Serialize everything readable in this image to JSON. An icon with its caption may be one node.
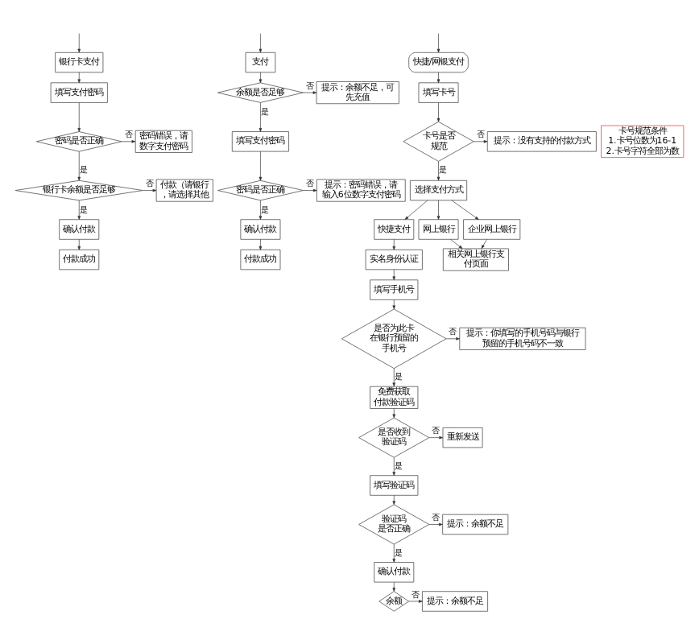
{
  "diagram": {
    "nodes": [
      {
        "text": [
          "银行卡支付"
        ]
      },
      {
        "text": [
          "填写支付密码"
        ]
      },
      {
        "text": [
          "密码是否正确"
        ]
      },
      {
        "text": [
          "密码错误，请数字支付密码"
        ]
      },
      {
        "text": [
          "银行卡余额是否足够"
        ]
      },
      {
        "text": [
          "付款（请银行，请选择其他"
        ]
      },
      {
        "text": [
          "确认付款"
        ]
      },
      {
        "text": [
          "付款成功"
        ]
      },
      {
        "text": [
          "支付"
        ]
      },
      {
        "text": [
          "余额是否足够"
        ]
      },
      {
        "text": [
          "提示：余额不足，可先充值"
        ]
      },
      {
        "text": [
          "填写支付密码"
        ]
      },
      {
        "text": [
          "密码是否正确"
        ]
      },
      {
        "text": [
          "提示：密码错误，请输入6位数字支付密码"
        ]
      },
      {
        "text": [
          "确认付款"
        ]
      },
      {
        "text": [
          "付款成功"
        ]
      },
      {
        "text": [
          "快捷/网银支付"
        ]
      },
      {
        "text": [
          "填写卡号"
        ]
      },
      {
        "text": [
          "卡号是否规范"
        ]
      },
      {
        "text": [
          "提示：没有支持的付款方式"
        ]
      },
      {
        "text": [
          "选择支付方式"
        ]
      },
      {
        "text": [
          "快捷支付"
        ]
      },
      {
        "text": [
          "网上银行"
        ]
      },
      {
        "text": [
          "企业网上银行"
        ]
      },
      {
        "text": [
          "相关网上银行支付页面"
        ]
      },
      {
        "text": [
          "实名身份认证"
        ]
      },
      {
        "text": [
          "填写手机号"
        ]
      },
      {
        "text": [
          "是否为此卡在银行预留的手机号"
        ]
      },
      {
        "text": [
          "提示：你填写的手机号码与银行预留的手机号码不一致"
        ]
      },
      {
        "text": [
          "免费获取付款验证码"
        ]
      },
      {
        "text": [
          "是否收到验证码"
        ]
      },
      {
        "text": [
          "重新发送"
        ]
      },
      {
        "text": [
          "填写验证码"
        ]
      },
      {
        "text": [
          "验证码是否正确"
        ]
      },
      {
        "text": [
          "提示：余额不足"
        ]
      },
      {
        "text": [
          "确认付款"
        ]
      },
      {
        "text": [
          "余额"
        ]
      },
      {
        "text": [
          "提示：余额不足"
        ]
      },
      {
        "text": [
          "卡号规范条件",
          "1.卡号位数为16-1",
          "2.卡号字符全部为数"
        ]
      }
    ],
    "edges": [
      {
        "from": null,
        "to": 0,
        "arrow": "to"
      },
      {
        "from": 0,
        "to": 1,
        "arrow": "to"
      },
      {
        "from": 1,
        "to": 2,
        "arrow": "to"
      },
      {
        "from": 2,
        "to": 3,
        "arrow": "to",
        "label": "否"
      },
      {
        "from": 2,
        "to": 4,
        "arrow": "to",
        "label": "是"
      },
      {
        "from": 4,
        "to": 5,
        "arrow": "to",
        "label": "否"
      },
      {
        "from": 4,
        "to": 6,
        "arrow": "to",
        "label": "是"
      },
      {
        "from": 6,
        "to": 7,
        "arrow": "to"
      },
      {
        "from": null,
        "to": 8,
        "arrow": "to"
      },
      {
        "from": 8,
        "to": 9,
        "arrow": "to"
      },
      {
        "from": 9,
        "to": 10,
        "arrow": "to",
        "label": "否"
      },
      {
        "from": 9,
        "to": 11,
        "arrow": "to",
        "label": "是"
      },
      {
        "from": 11,
        "to": 12,
        "arrow": "to"
      },
      {
        "from": 12,
        "to": 13,
        "arrow": "to",
        "label": "否"
      },
      {
        "from": 12,
        "to": 14,
        "arrow": "to",
        "label": "是"
      },
      {
        "from": 14,
        "to": 15,
        "arrow": "to"
      },
      {
        "from": null,
        "to": 16,
        "arrow": "to"
      },
      {
        "from": 16,
        "to": 17,
        "arrow": "to"
      },
      {
        "from": 17,
        "to": 18,
        "arrow": "to"
      },
      {
        "from": 18,
        "to": 19,
        "arrow": "to",
        "label": "否"
      },
      {
        "from": 18,
        "to": 20,
        "arrow": "to",
        "label": "是"
      },
      {
        "from": 20,
        "to": 21,
        "arrow": "to"
      },
      {
        "from": 20,
        "to": 22,
        "arrow": "to"
      },
      {
        "from": 20,
        "to": 23,
        "arrow": "to"
      },
      {
        "from": 22,
        "to": 24,
        "arrow": "to"
      },
      {
        "from": 23,
        "to": 24,
        "arrow": "to"
      },
      {
        "from": 21,
        "to": 25,
        "arrow": "to"
      },
      {
        "from": 25,
        "to": 26,
        "arrow": "to"
      },
      {
        "from": 26,
        "to": 27,
        "arrow": "to"
      },
      {
        "from": 27,
        "to": 28,
        "arrow": "to",
        "label": "否"
      },
      {
        "from": 27,
        "to": 29,
        "arrow": "to",
        "label": "是"
      },
      {
        "from": 29,
        "to": 30,
        "arrow": "to"
      },
      {
        "from": 30,
        "to": 31,
        "arrow": "to",
        "label": "否"
      },
      {
        "from": 30,
        "to": 32,
        "arrow": "to",
        "label": "是"
      },
      {
        "from": 32,
        "to": 33,
        "arrow": "to"
      },
      {
        "from": 33,
        "to": 34,
        "arrow": "to",
        "label": "否"
      },
      {
        "from": 33,
        "to": 35,
        "arrow": "to",
        "label": "是"
      },
      {
        "from": 35,
        "to": 36,
        "arrow": "to"
      },
      {
        "from": 36,
        "to": 37,
        "arrow": "to",
        "label": "否"
      }
    ]
  }
}
